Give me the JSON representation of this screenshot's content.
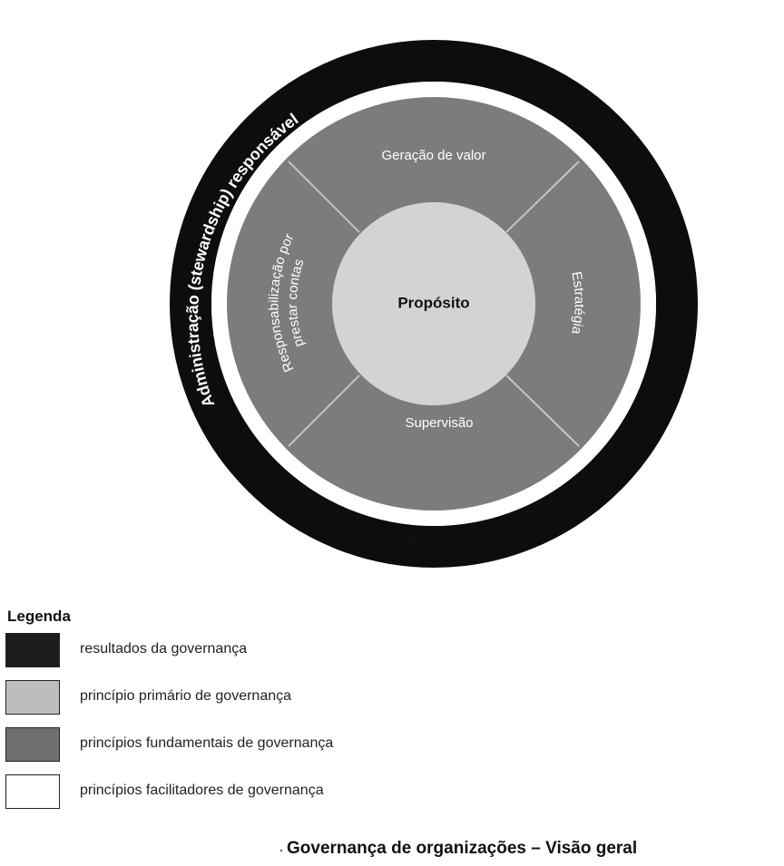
{
  "diagram": {
    "center_label": "Propósito",
    "fundamental_principles": [
      {
        "label": "Geração de valor"
      },
      {
        "label": "Estratégia"
      },
      {
        "label": "Supervisão"
      },
      {
        "label_line1": "Responsabilização por",
        "label_line2": "prestar contas"
      }
    ],
    "enabling_principles": [
      "Envolvimento das partes interessadas",
      "Liderança",
      "Dados e decisões",
      "Governança de risco",
      "Responsabilidade social",
      "Viabilidade e desempenho ao longo do tempo"
    ],
    "outcomes": [
      "Administração (stewardship) responsável",
      "Desempenho eficaz",
      "Comportamento ético"
    ],
    "colors": {
      "outcome_ring": "#0d0d0d",
      "primary": "#d3d3d3",
      "fundamental": "#7c7c7c",
      "enabling": "#ffffff"
    }
  },
  "legend": {
    "title": "Legenda",
    "items": [
      {
        "label": "resultados da governança",
        "color": "#1c1c1c"
      },
      {
        "label": "princípio primário de governança",
        "color": "#bdbdbd"
      },
      {
        "label": "princípios fundamentais de governança",
        "color": "#6f6f6f"
      },
      {
        "label": "princípios facilitadores de governança",
        "color": "#ffffff"
      }
    ]
  },
  "caption": "Governança de organizações – Visão geral"
}
